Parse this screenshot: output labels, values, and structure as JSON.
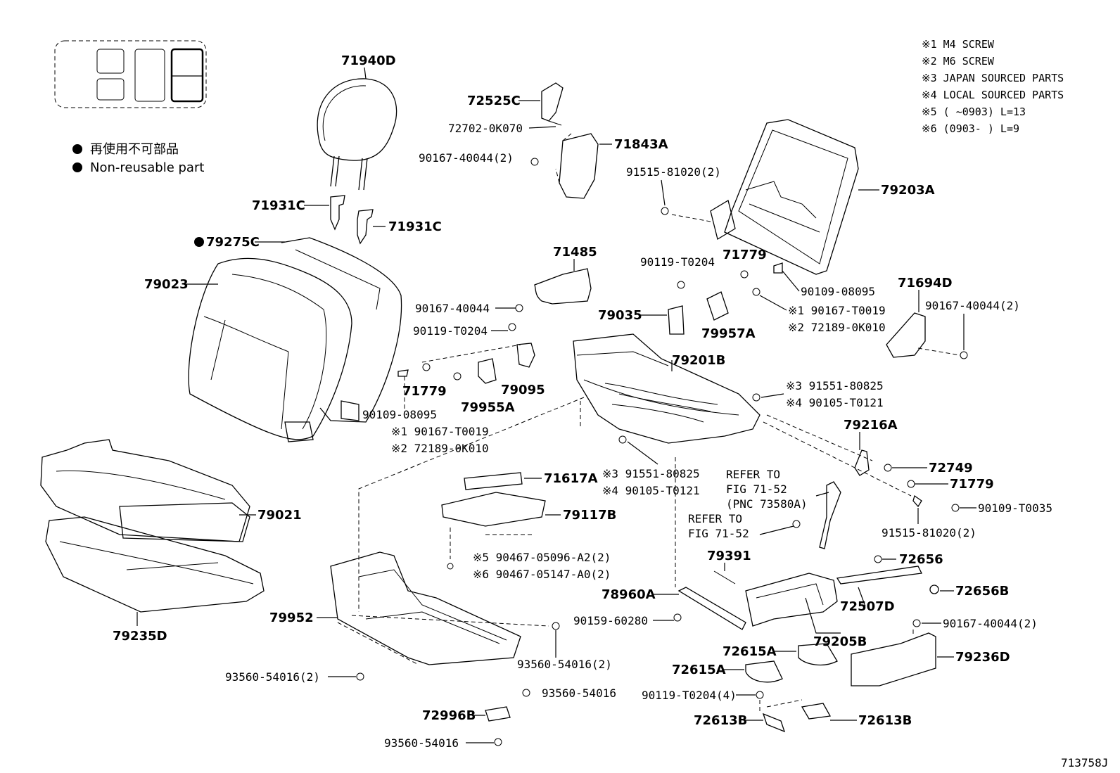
{
  "legend": {
    "dot_jp": "再使用不可部品",
    "dot_en": "Non-reusable part"
  },
  "notes": [
    "※1 M4 SCREW",
    "※2 M6 SCREW",
    "※3 JAPAN SOURCED PARTS",
    "※4 LOCAL SOURCED PARTS",
    "※5 (     ~0903) L=13",
    "※6 (0903-     ) L=9"
  ],
  "figure_id": "713758J",
  "labels": {
    "p71940D": "71940D",
    "p72525C": "72525C",
    "p72702": "72702-0K070",
    "p90167_2a": "90167-40044(2)",
    "p71843A": "71843A",
    "p71931C_a": "71931C",
    "p71931C_b": "71931C",
    "p79275C": "79275C",
    "p79023": "79023",
    "p71485": "71485",
    "p90167_a": "90167-40044",
    "p90119_a": "90119-T0204",
    "p71779_a": "71779",
    "p79955A": "79955A",
    "p79095": "79095",
    "p90109_a": "90109-08095",
    "p90167_T_a": "※1 90167-T0019",
    "p72189_a": "※2 72189-0K010",
    "p91515_a": "91515-81020(2)",
    "p79203A": "79203A",
    "p90119_b": "90119-T0204",
    "p71779_b": "71779",
    "p90109_b": "90109-08095",
    "p71694D": "71694D",
    "p90167_2b": "90167-40044(2)",
    "p79035": "79035",
    "p79957A": "79957A",
    "p90167_T_b": "※1 90167-T0019",
    "p72189_b": "※2 72189-0K010",
    "p79201B": "79201B",
    "p91551_a": "※3 91551-80825",
    "p90105_a": "※4 90105-T0121",
    "p79216A": "79216A",
    "p72749": "72749",
    "p71779_c": "71779",
    "p90109_T": "90109-T0035",
    "p91515_b": "91515-81020(2)",
    "p71617A": "71617A",
    "p79117B": "79117B",
    "p90467_a": "※5 90467-05096-A2(2)",
    "p90467_b": "※6 90467-05147-A0(2)",
    "p91551_b": "※3 91551-80825",
    "p90105_b": "※4 90105-T0121",
    "refer1": "REFER TO",
    "refer1b": "FIG 71-52",
    "refer1c": "(PNC 73580A)",
    "refer2": "REFER TO",
    "refer2b": "FIG 71-52",
    "p79391": "79391",
    "p72656": "72656",
    "p72656B": "72656B",
    "p79021": "79021",
    "p79235D": "79235D",
    "p79952": "79952",
    "p78960A": "78960A",
    "p90159": "90159-60280",
    "p72507D": "72507D",
    "p79205B": "79205B",
    "p90167_2c": "90167-40044(2)",
    "p72615A_a": "72615A",
    "p72615A_b": "72615A",
    "p79236D": "79236D",
    "p93560_2a": "93560-54016(2)",
    "p93560_2b": "93560-54016(2)",
    "p93560_a": "93560-54016",
    "p90119_4": "90119-T0204(4)",
    "p72996B": "72996B",
    "p72613B_a": "72613B",
    "p72613B_b": "72613B",
    "p93560_b": "93560-54016"
  }
}
